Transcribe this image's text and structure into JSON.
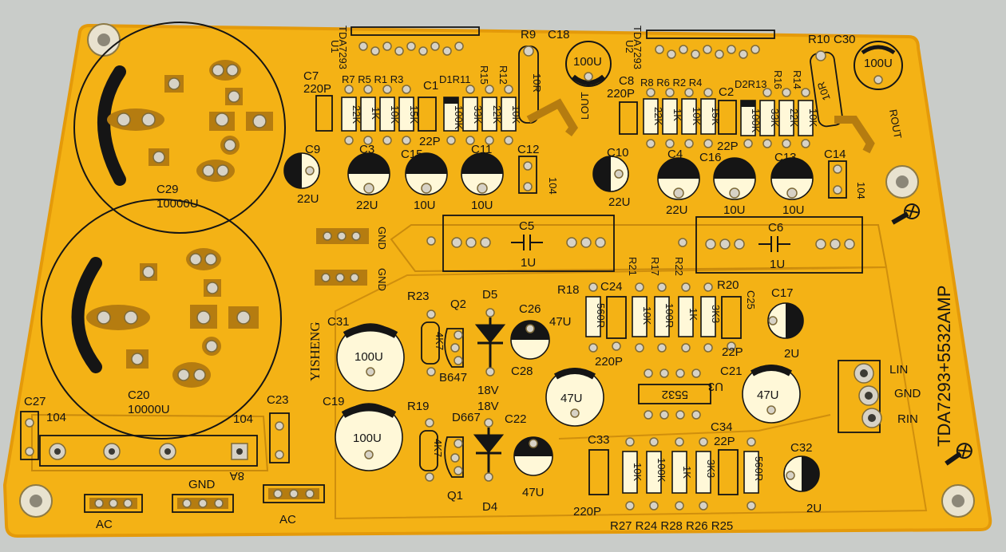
{
  "board": {
    "title": "TDA7293+5532AMP",
    "brand": "YISHENG",
    "colors": {
      "board": "#f4b215",
      "board_edge": "#e79e0b",
      "copper": "#b57c10",
      "silk": "#151515",
      "pad": "#d7d2c6",
      "background": "#c9ccc9"
    }
  },
  "labels": {
    "u1": "U1",
    "tda_left": "TDA7293",
    "u2": "U2",
    "tda_right": "TDA7293",
    "r9": "R9",
    "c18": "C18",
    "c18_val": "100U",
    "r10": "R10",
    "c30": "C30",
    "c30_val": "100U",
    "r9_val": "10R",
    "r10_val": "10R",
    "lout": "LOUT",
    "rout": "ROUT",
    "c7": "C7",
    "c7_val": "220P",
    "c8": "C8",
    "c8_val": "220P",
    "top_row_left": "R7 R5 R1 R3",
    "c1": "C1",
    "d1_r11": "D1R11",
    "r15": "R15",
    "r12": "R12",
    "top_row_right": "R8 R6 R2 R4",
    "c2": "C2",
    "d2_r13": "D2R13",
    "r16": "R16",
    "r14": "R14",
    "v22k": "22K",
    "v1k": "1K",
    "v10k": "10K",
    "v15k": "15K",
    "v100k": "100K",
    "v33k": "33K",
    "c1_val": "22P",
    "c2_val": "22P",
    "c9": "C9",
    "c9_val": "22U",
    "c3": "C3",
    "c3_val": "22U",
    "c15": "C15",
    "c15_val": "10U",
    "c11": "C11",
    "c11_val": "10U",
    "c12": "C12",
    "c12_val": "104",
    "c10": "C10",
    "c10_val": "22U",
    "c4": "C4",
    "c4_val": "22U",
    "c16": "C16",
    "c16_val": "10U",
    "c13": "C13",
    "c13_val": "10U",
    "c14": "C14",
    "c14_val": "104",
    "c29": "C29",
    "c29_val": "10000U",
    "c20": "C20",
    "c20_val": "10000U",
    "gnd": "GND",
    "c5": "C5",
    "c5_val": "1U",
    "c6": "C6",
    "c6_val": "1U",
    "r21": "R21",
    "r17": "R17",
    "r22": "R22",
    "r18": "R18",
    "c24": "C24",
    "r20": "R20",
    "c25": "C25",
    "c17": "C17",
    "c17_val": "2U",
    "v560r": "560R",
    "v100r": "100R",
    "v3k3": "3K3",
    "c24_val": "220P",
    "c25_val": "22P",
    "r23": "R23",
    "q2": "Q2",
    "d5": "D5",
    "c26": "C26",
    "c26_val": "47U",
    "c28": "C28",
    "b647": "B647",
    "v18v": "18V",
    "v4k7": "4K7",
    "c31": "C31",
    "c31_val": "100U",
    "c19": "C19",
    "c19_val": "100U",
    "r19": "R19",
    "d667": "D667",
    "c22": "C22",
    "c22_val": "47U",
    "q1": "Q1",
    "d4": "D4",
    "c27": "C27",
    "c27_val": "104",
    "c23": "C23",
    "c23_val": "104",
    "ac": "AC",
    "v8a": "8A",
    "c21": "C21",
    "c21_val": "47U",
    "u3": "U3",
    "u3_val": "5532",
    "c33": "C33",
    "c34": "C34",
    "c34_val": "22P",
    "c32": "C32",
    "c32_val": "2U",
    "c33_val": "220P",
    "bot_row": "R27 R24 R28 R26 R25",
    "lin": "LIN",
    "rin": "RIN"
  }
}
